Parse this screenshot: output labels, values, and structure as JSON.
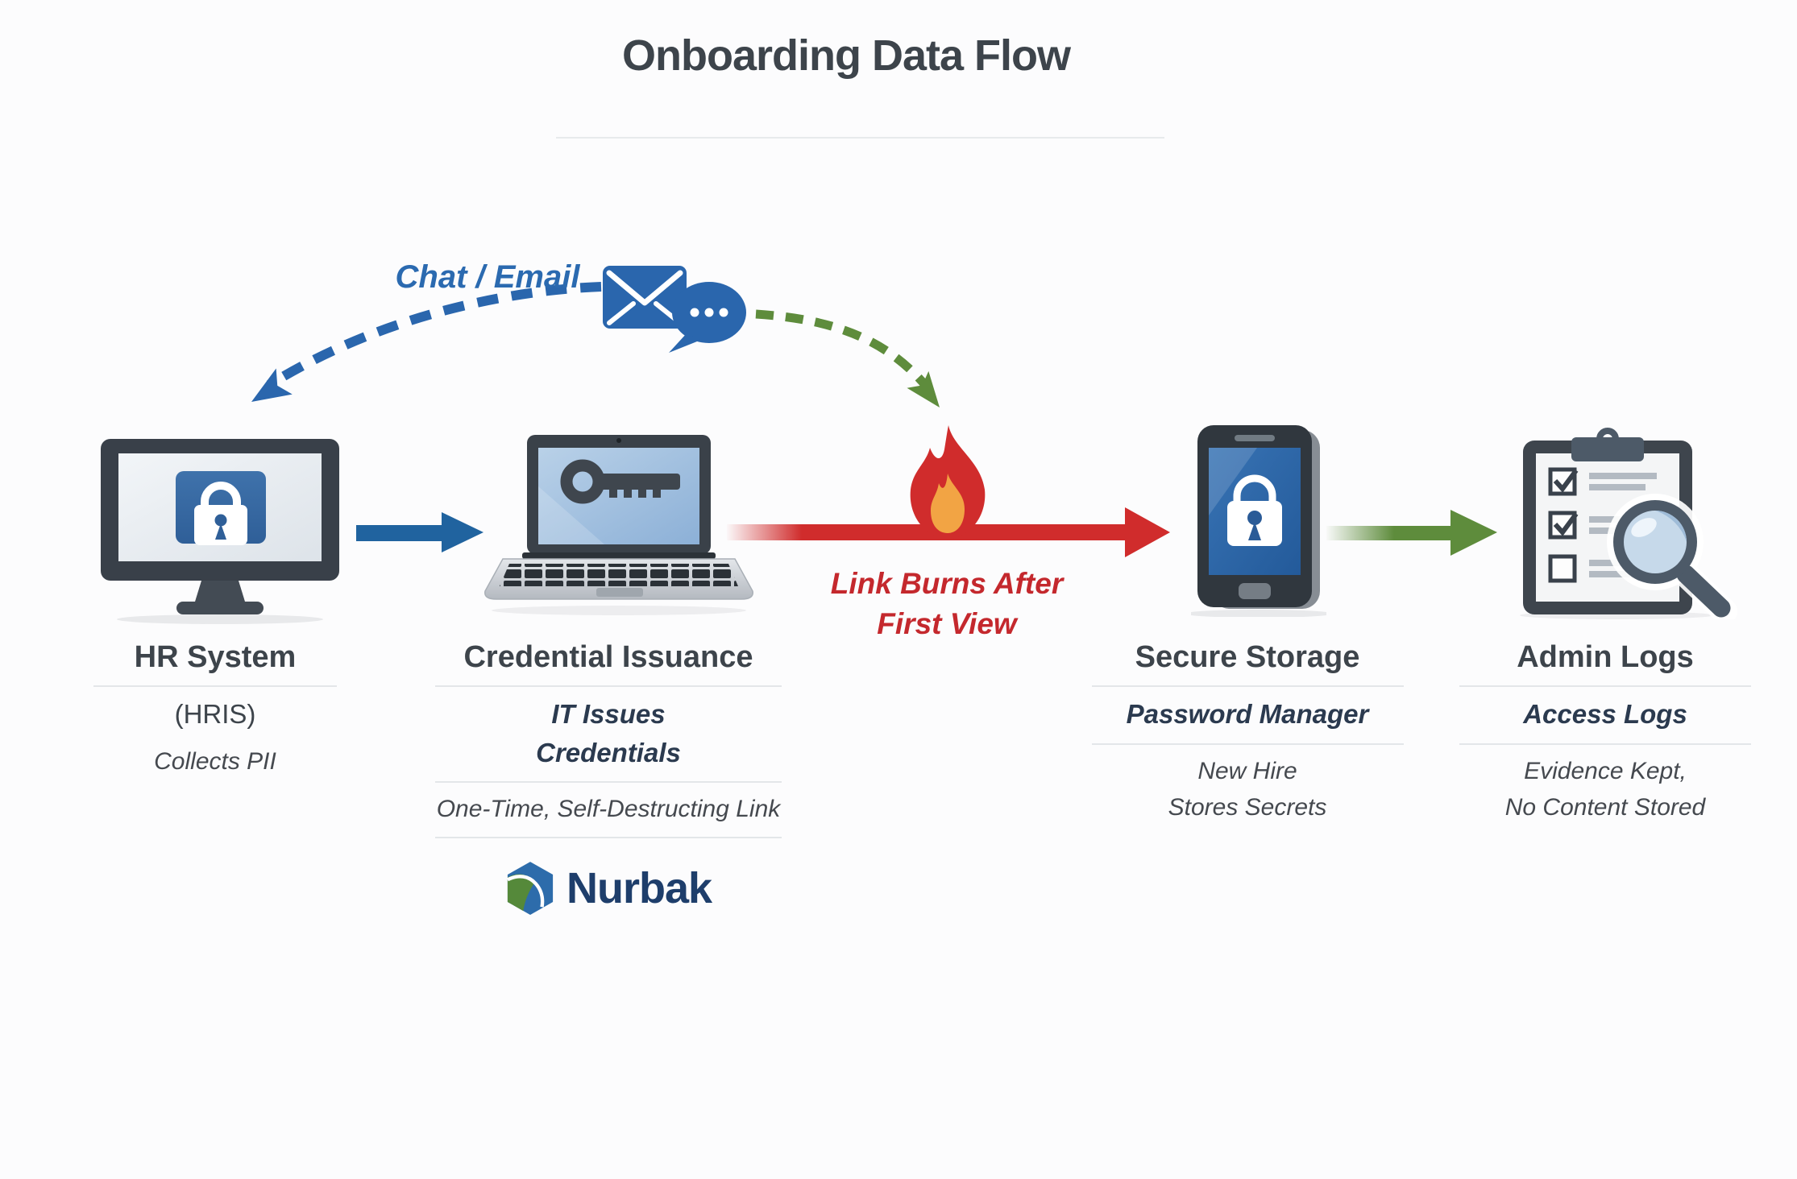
{
  "title": "Onboarding Data Flow",
  "connectors": {
    "chat_email_label": "Chat / Email",
    "burn_label": "Link Burns After\nFirst View"
  },
  "stations": {
    "hr": {
      "title": "HR System",
      "subtitle": "(HRIS)",
      "note": "Collects PII"
    },
    "credential": {
      "title": "Credential Issuance",
      "subtitle": "IT Issues\nCredentials",
      "note": "One-Time, Self-Destructing Link"
    },
    "storage": {
      "title": "Secure Storage",
      "subtitle": "Password Manager",
      "note": "New Hire\nStores Secrets"
    },
    "logs": {
      "title": "Admin Logs",
      "subtitle": "Access Logs",
      "note": "Evidence Kept,\nNo Content Stored"
    }
  },
  "logo": {
    "text": "Nurbak"
  },
  "icons": [
    "envelope-icon",
    "chat-bubble-icon",
    "monitor-lock-icon",
    "laptop-key-icon",
    "flame-icon",
    "phone-lock-icon",
    "clipboard-checklist-icon",
    "magnifier-icon",
    "nurbak-logo-icon"
  ],
  "colors": {
    "blue": "#2a66ad",
    "green": "#5e8c3c",
    "red": "#d02c2c",
    "red_text": "#c4282d",
    "dark_slate": "#394049",
    "navy_text": "#2b3a4f",
    "title_text": "#3d444b"
  }
}
